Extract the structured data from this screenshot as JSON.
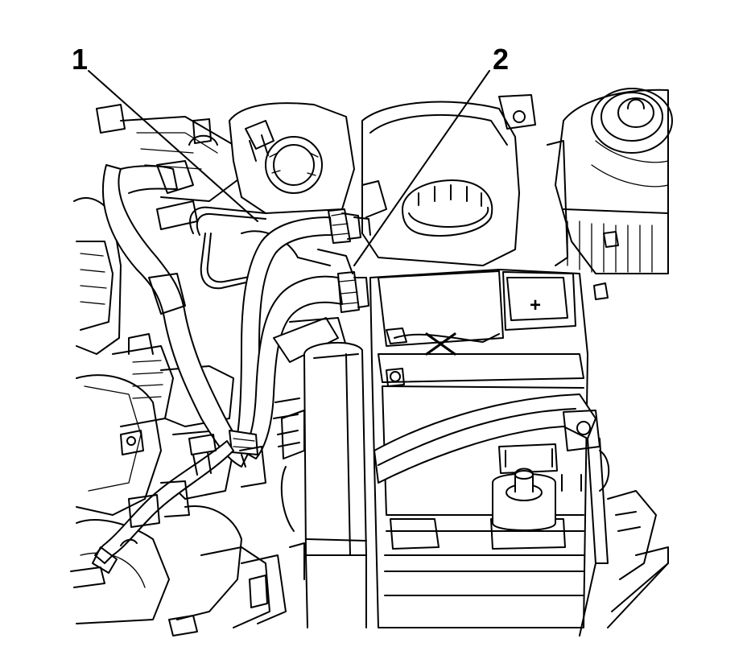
{
  "callouts": [
    {
      "id": "1",
      "label": "1"
    },
    {
      "id": "2",
      "label": "2"
    }
  ],
  "battery": {
    "terminal_symbol": "+"
  },
  "colors": {
    "line": "#000000",
    "background": "#ffffff"
  }
}
